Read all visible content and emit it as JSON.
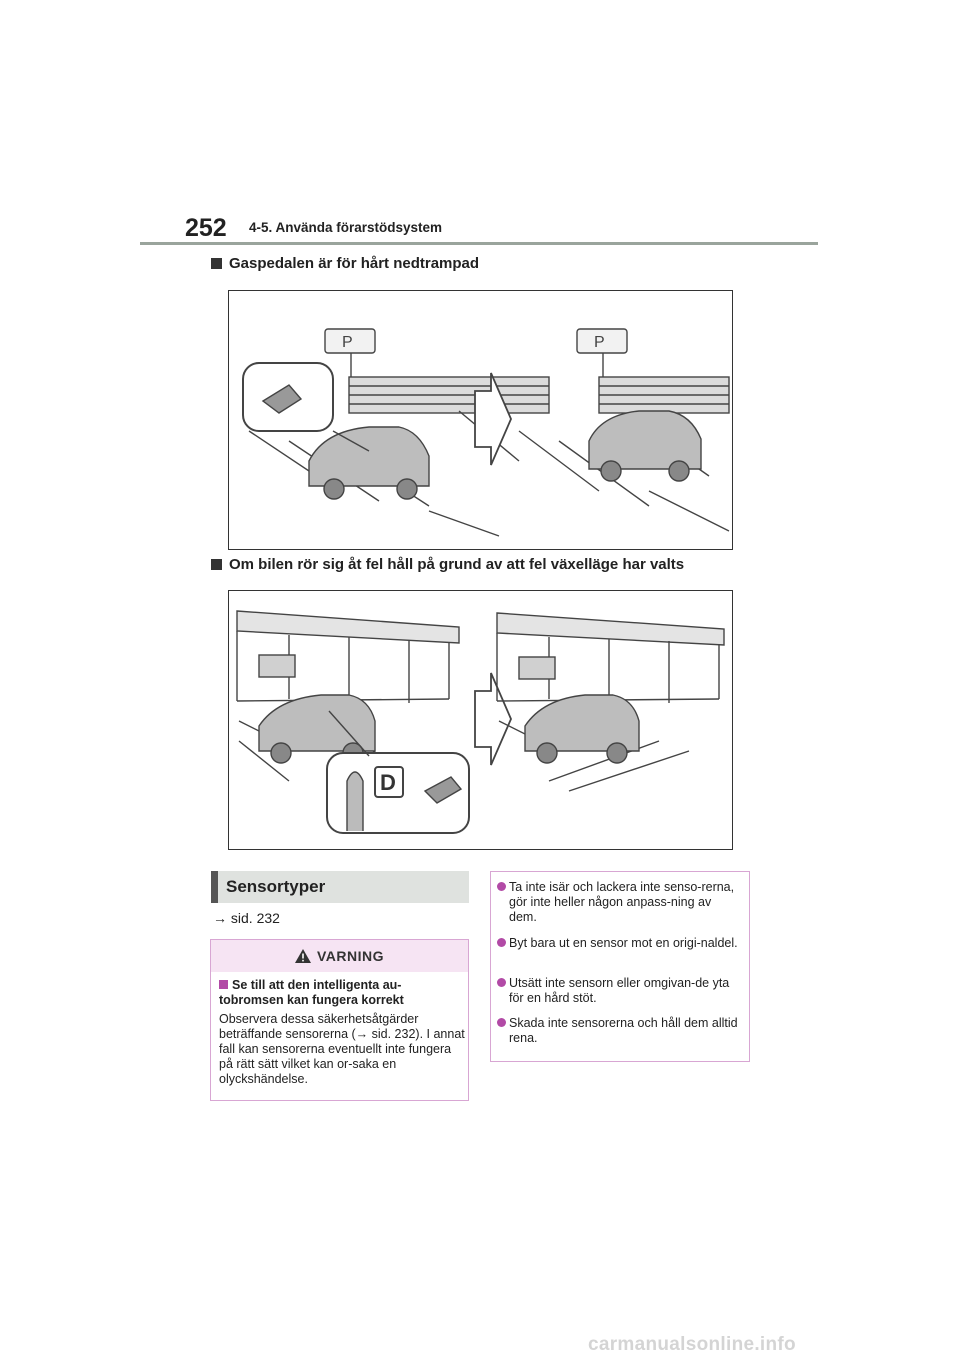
{
  "header": {
    "page_number": "252",
    "section_title": "4-5. Använda förarstödsystem"
  },
  "sections": [
    {
      "heading": "Gaspedalen är för hårt nedtrampad"
    },
    {
      "heading": "Om bilen rör sig åt fel håll på grund av att fel växelläge har valts"
    }
  ],
  "figure2": {
    "gear_label": "D"
  },
  "sensor": {
    "heading": "Sensortyper",
    "reference": "→ sid. 232"
  },
  "warning": {
    "label": "VARNING",
    "title": "Se till att den intelligenta au-tobromsen kan fungera korrekt",
    "body": "Observera dessa säkerhetsåtgärder beträffande sensorerna (→ sid. 232). I annat fall kan sensorerna eventuellt inte fungera på rätt sätt vilket kan or-saka en olyckshändelse."
  },
  "notes": [
    "Ta inte isär och lackera inte senso-rerna, gör inte heller någon anpass-ning av dem.",
    "Byt bara ut en sensor mot en origi-naldel.",
    "Utsätt inte sensorn eller omgivan-de yta för en hård stöt.",
    "Skada inte sensorerna och håll dem alltid rena."
  ],
  "watermark": "carmanualsonline.info",
  "colors": {
    "accent": "#b24aa6",
    "warning_bg": "#f6e4f3",
    "heading_bg": "#dfe2df",
    "rule": "#9aa49c"
  }
}
